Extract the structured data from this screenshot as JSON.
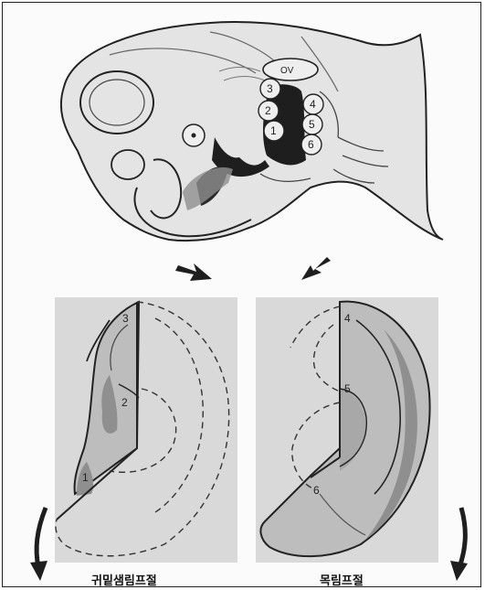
{
  "colors": {
    "background": "#fbfbfb",
    "panel": "#d9d9d9",
    "ear_light": "#bdbdbd",
    "ear_dark": "#8f8f8f",
    "embryo_fill": "#e4e4e4",
    "cleft": "#1e1e1e",
    "line": "#222222"
  },
  "embryo": {
    "otic_vesicle_label": "OV",
    "hillocks_first_arch": [
      "3",
      "2",
      "1"
    ],
    "hillocks_second_arch": [
      "4",
      "5",
      "6"
    ]
  },
  "left_ear": {
    "hillock_labels": [
      "3",
      "2",
      "1"
    ],
    "caption": "귀밑샘림프절"
  },
  "right_ear": {
    "hillock_labels": [
      "4",
      "5",
      "6"
    ],
    "caption": "목림프절"
  }
}
